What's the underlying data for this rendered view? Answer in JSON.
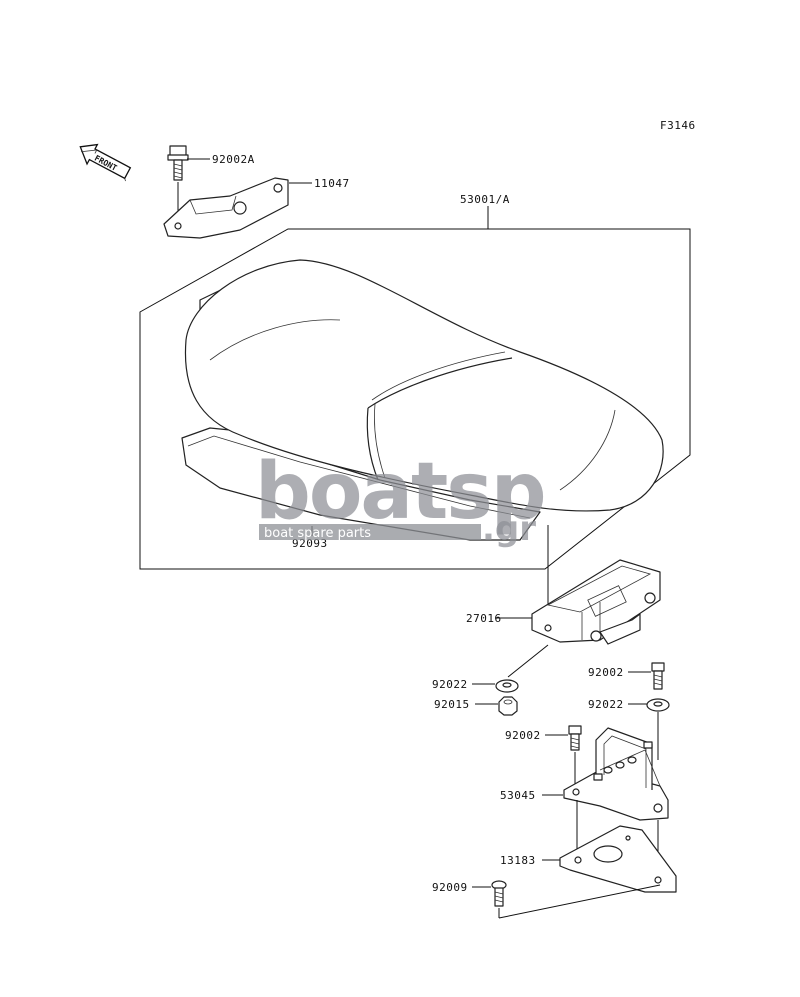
{
  "figure_code": "F3146",
  "front_label": "FRONT",
  "watermark": {
    "brand": "boatsp",
    "tagline": "boat spare parts",
    "domain": ".gr",
    "color": "#8e9096"
  },
  "parts": [
    {
      "id": "p1",
      "number": "92002A"
    },
    {
      "id": "p2",
      "number": "11047"
    },
    {
      "id": "p3",
      "number": "53001/A"
    },
    {
      "id": "p4",
      "number": "92093"
    },
    {
      "id": "p5",
      "number": "27016"
    },
    {
      "id": "p6",
      "number": "92022"
    },
    {
      "id": "p7",
      "number": "92015"
    },
    {
      "id": "p8",
      "number": "92002"
    },
    {
      "id": "p9",
      "number": "92022"
    },
    {
      "id": "p10",
      "number": "92002"
    },
    {
      "id": "p11",
      "number": "53045"
    },
    {
      "id": "p12",
      "number": "13183"
    },
    {
      "id": "p13",
      "number": "92009"
    }
  ]
}
